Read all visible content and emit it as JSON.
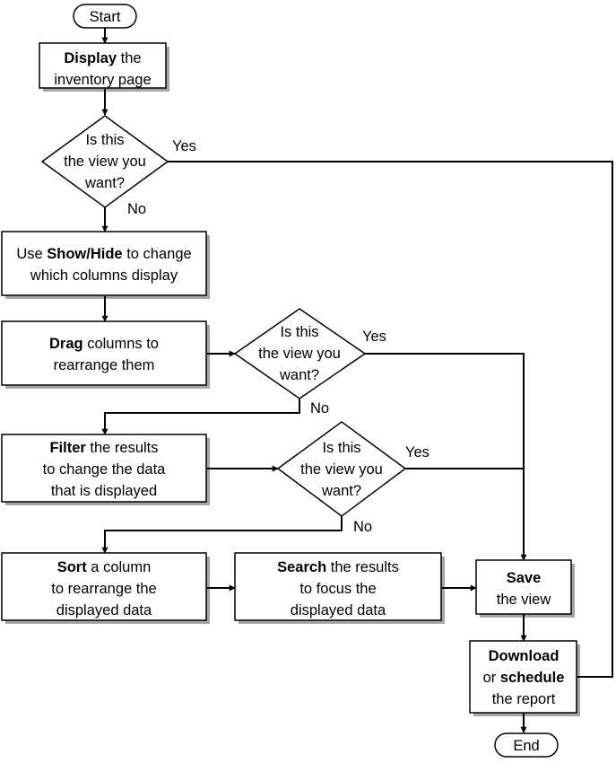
{
  "start": {
    "label": "Start"
  },
  "end": {
    "label": "End"
  },
  "steps": {
    "display": {
      "lines": [
        [
          {
            "t": "Display",
            "b": true
          },
          {
            "t": " the"
          }
        ],
        [
          {
            "t": "inventory page"
          }
        ]
      ]
    },
    "show_hide": {
      "lines": [
        [
          {
            "t": "Use "
          },
          {
            "t": "Show/Hide",
            "b": true
          },
          {
            "t": " to change"
          }
        ],
        [
          {
            "t": "which columns display"
          }
        ]
      ]
    },
    "drag": {
      "lines": [
        [
          {
            "t": "Drag",
            "b": true
          },
          {
            "t": " columns to"
          }
        ],
        [
          {
            "t": "rearrange them"
          }
        ]
      ]
    },
    "filter": {
      "lines": [
        [
          {
            "t": "Filter",
            "b": true
          },
          {
            "t": " the results"
          }
        ],
        [
          {
            "t": "to change the data"
          }
        ],
        [
          {
            "t": "that is displayed"
          }
        ]
      ]
    },
    "sort": {
      "lines": [
        [
          {
            "t": "Sort",
            "b": true
          },
          {
            "t": " a column"
          }
        ],
        [
          {
            "t": "to rearrange the"
          }
        ],
        [
          {
            "t": "displayed data"
          }
        ]
      ]
    },
    "search": {
      "lines": [
        [
          {
            "t": "Search",
            "b": true
          },
          {
            "t": " the results"
          }
        ],
        [
          {
            "t": "to focus the"
          }
        ],
        [
          {
            "t": "displayed data"
          }
        ]
      ]
    },
    "save": {
      "lines": [
        [
          {
            "t": "Save",
            "b": true
          }
        ],
        [
          {
            "t": "the view"
          }
        ]
      ]
    },
    "download": {
      "lines": [
        [
          {
            "t": "Download",
            "b": true
          }
        ],
        [
          {
            "t": "or "
          },
          {
            "t": "schedule",
            "b": true
          }
        ],
        [
          {
            "t": "the report"
          }
        ]
      ]
    }
  },
  "decisions": {
    "d1": {
      "lines": [
        "Is this",
        "the view you",
        "want?"
      ],
      "yes": "Yes",
      "no": "No"
    },
    "d2": {
      "lines": [
        "Is this",
        "the view you",
        "want?"
      ],
      "yes": "Yes",
      "no": "No"
    },
    "d3": {
      "lines": [
        "Is this",
        "the view you",
        "want?"
      ],
      "yes": "Yes",
      "no": "No"
    }
  },
  "colors": {
    "box_fill": "#ffffff",
    "stroke": "#000000",
    "shadow": "#a6a6a6"
  }
}
